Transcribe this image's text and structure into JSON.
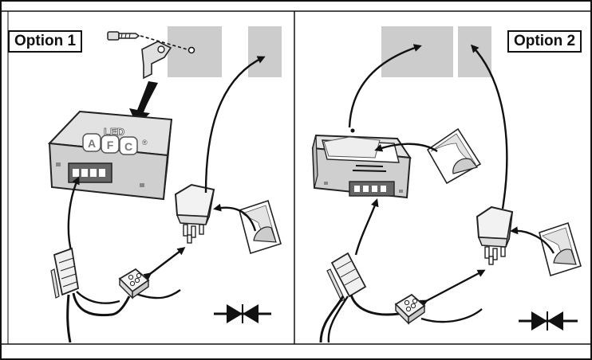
{
  "panels": [
    {
      "label": "Option 1"
    },
    {
      "label": "Option 2"
    }
  ],
  "device_logo": {
    "top_text": "LED",
    "letters": [
      "A",
      "F",
      "C"
    ],
    "mark": "®"
  },
  "icons": {
    "screw": "screw-icon",
    "key": "mounting-key-icon",
    "adhesive_pad": "adhesive-pad-icon",
    "relay": "relay-icon",
    "connector": "wire-connector-icon",
    "crimp": "crimp-arrows-icon"
  },
  "colors": {
    "frame": "#111111",
    "outline": "#1a1a1a",
    "mount_area": "#cccccc",
    "device_body": "#e6e6e6",
    "device_dark": "#b8b8b8",
    "background": "#ffffff"
  }
}
